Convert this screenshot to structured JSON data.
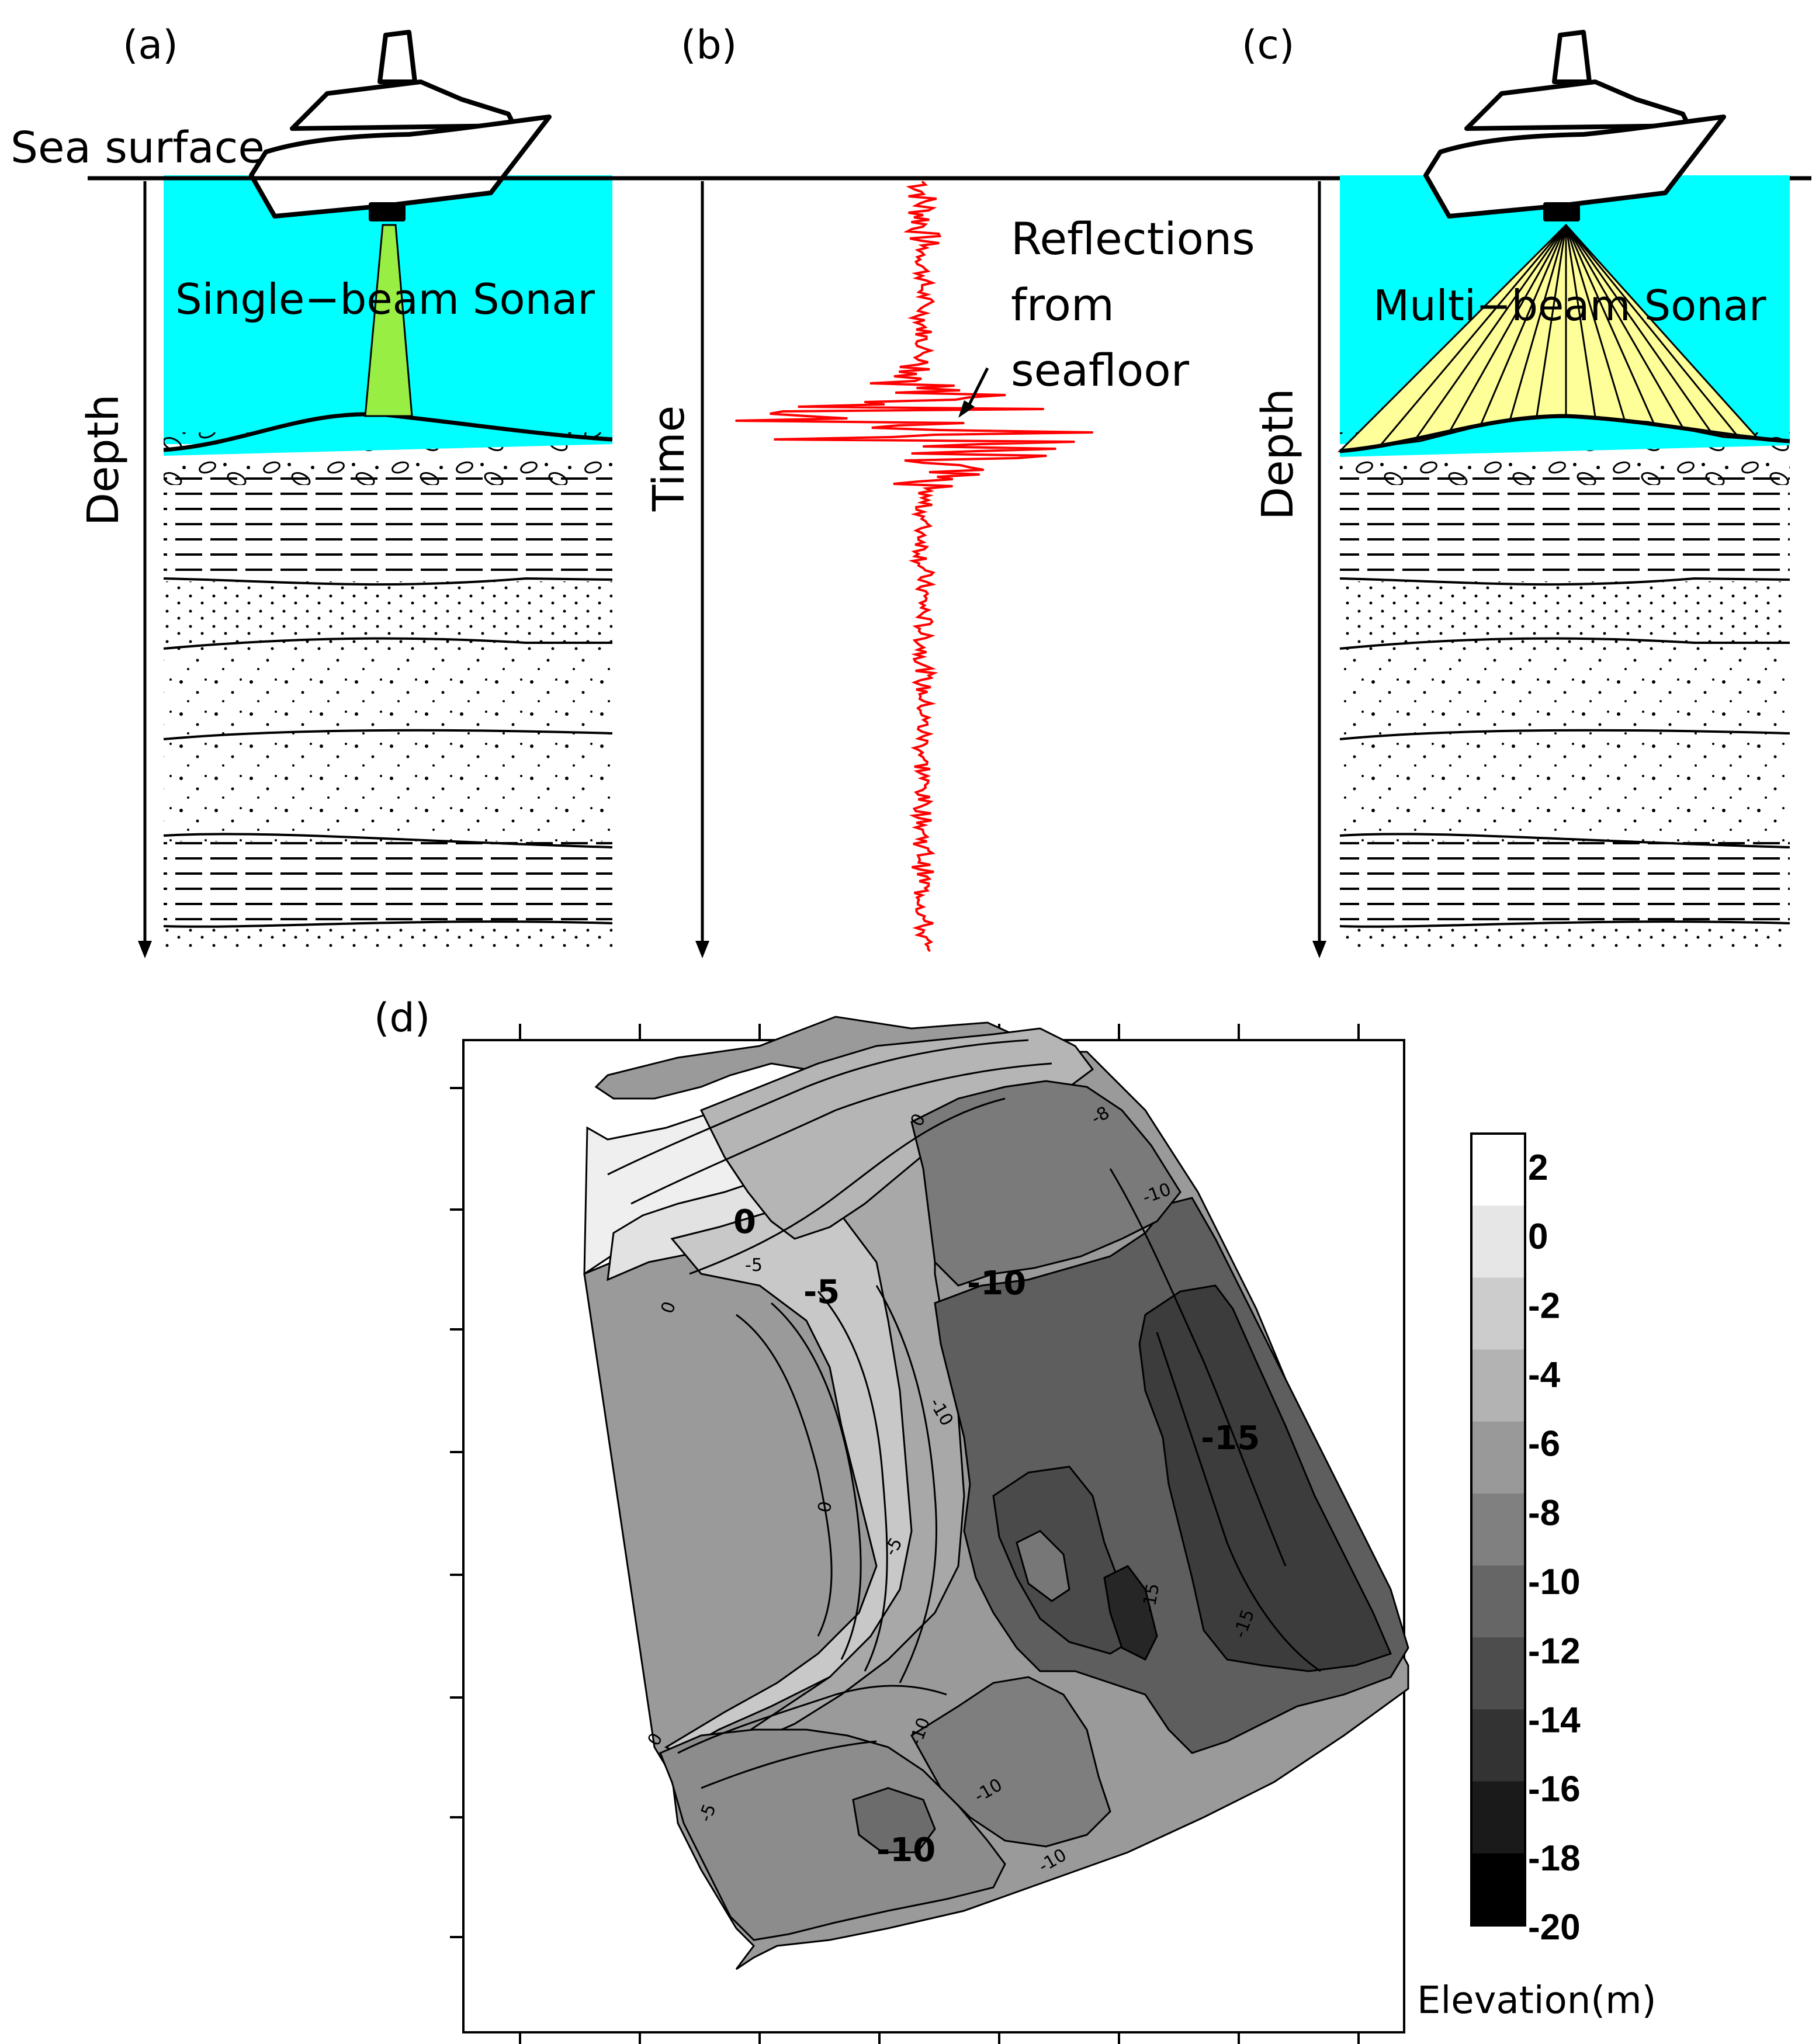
{
  "panels": {
    "a": {
      "tag": "(a)",
      "surface_label": "Sea surface",
      "sonar_label": "Single−beam Sonar",
      "axis_label": "Depth"
    },
    "b": {
      "tag": "(b)",
      "axis_label": "Time",
      "annotation": [
        "Reflections",
        "from",
        "seafloor"
      ]
    },
    "c": {
      "tag": "(c)",
      "sonar_label": "Multi−beam Sonar",
      "axis_label": "Depth"
    },
    "d": {
      "tag": "(d)",
      "contour_labels": [
        {
          "text": "0",
          "weight": "major"
        },
        {
          "text": "-5",
          "weight": "major"
        },
        {
          "text": "-10",
          "weight": "major"
        },
        {
          "text": "-15",
          "weight": "major"
        },
        {
          "text": "-10",
          "weight": "major"
        },
        {
          "text": "0",
          "weight": "minor"
        },
        {
          "text": "-5",
          "weight": "minor"
        },
        {
          "text": "-10",
          "weight": "minor"
        },
        {
          "text": "0",
          "weight": "minor"
        },
        {
          "text": "-10",
          "weight": "minor"
        },
        {
          "text": "0",
          "weight": "minor"
        },
        {
          "text": "-5",
          "weight": "minor"
        },
        {
          "text": "-15",
          "weight": "minor"
        },
        {
          "text": "-15",
          "weight": "minor"
        },
        {
          "text": "-10",
          "weight": "minor"
        },
        {
          "text": "-10",
          "weight": "minor"
        },
        {
          "text": "-10",
          "weight": "minor"
        },
        {
          "text": "0",
          "weight": "minor"
        },
        {
          "text": "-5",
          "weight": "minor"
        },
        {
          "text": "-8",
          "weight": "minor"
        }
      ],
      "colorbar": {
        "ticks": [
          "2",
          "0",
          "-2",
          "-4",
          "-6",
          "-8",
          "-10",
          "-12",
          "-14",
          "-16",
          "-18",
          "-20"
        ],
        "label": "Elevation(m)",
        "range": [
          -20,
          2
        ]
      }
    }
  },
  "colors": {
    "water": "#00ffff",
    "single_beam": "#99ee44",
    "multi_beam": "#ffff99",
    "reflection_trace": "#ff0000"
  }
}
